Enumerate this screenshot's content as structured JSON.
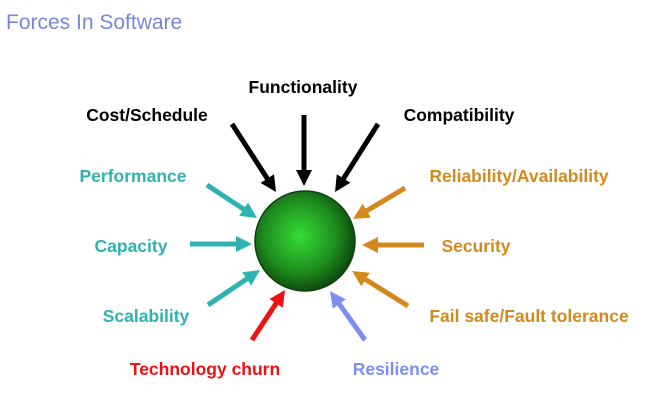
{
  "title": "Forces In Software",
  "forces": [
    {
      "id": "functionality",
      "label": "Functionality",
      "color": "#000000"
    },
    {
      "id": "cost-schedule",
      "label": "Cost/Schedule",
      "color": "#000000"
    },
    {
      "id": "compatibility",
      "label": "Compatibility",
      "color": "#000000"
    },
    {
      "id": "performance",
      "label": "Performance",
      "color": "#2fb3b0"
    },
    {
      "id": "capacity",
      "label": "Capacity",
      "color": "#2fb3b0"
    },
    {
      "id": "scalability",
      "label": "Scalability",
      "color": "#2fb3b0"
    },
    {
      "id": "reliability-availability",
      "label": "Reliability/Availability",
      "color": "#d4891e"
    },
    {
      "id": "security",
      "label": "Security",
      "color": "#d4891e"
    },
    {
      "id": "fail-safe-fault-tolerance",
      "label": "Fail safe/Fault tolerance",
      "color": "#d4891e"
    },
    {
      "id": "technology-churn",
      "label": "Technology churn",
      "color": "#ee1111"
    },
    {
      "id": "resilience",
      "label": "Resilience",
      "color": "#7d8ef0"
    }
  ],
  "center": {
    "name": "software-core",
    "colors": [
      "#35dd35",
      "#1d8a1d",
      "#0a3d0a"
    ]
  }
}
